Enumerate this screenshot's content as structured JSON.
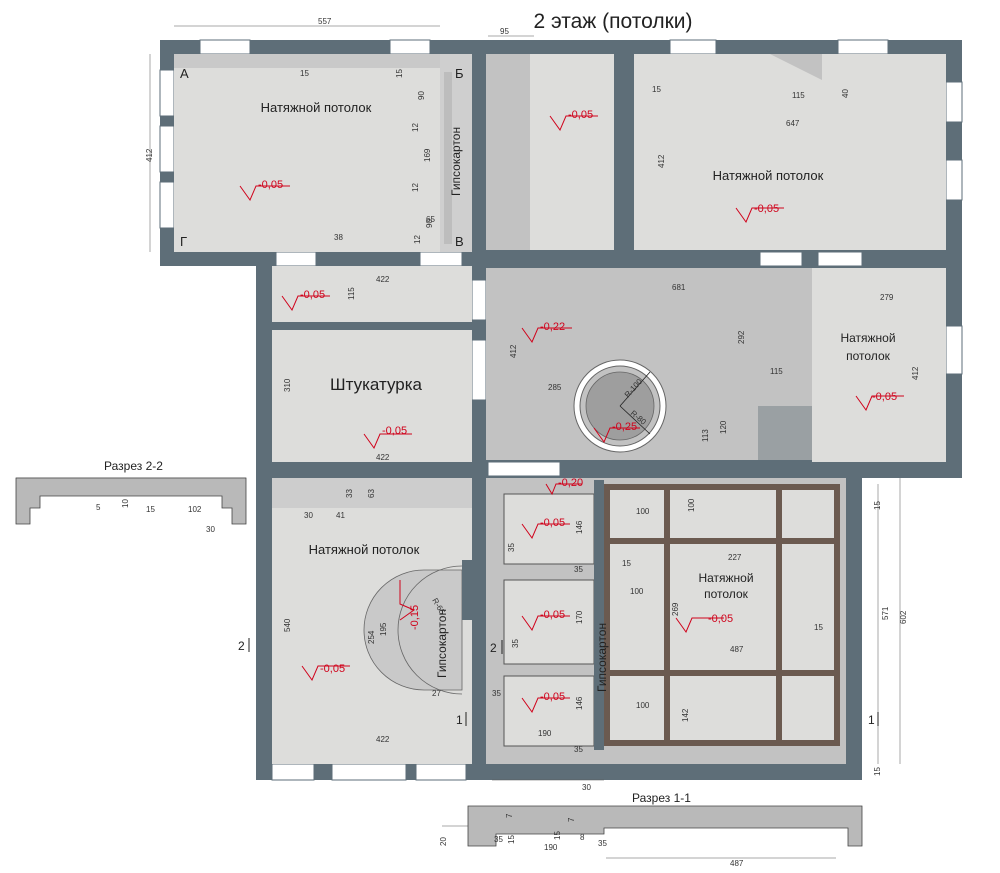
{
  "title": "2 этаж (потолки)",
  "corners": {
    "a": "А",
    "b": "Б",
    "v": "В",
    "g": "Г"
  },
  "rooms": {
    "r1": "Натяжной потолок",
    "r2": "Натяжной потолок",
    "r3_line1": "Натяжной",
    "r3_line2": "потолок",
    "plaster": "Штукатурка",
    "r5": "Натяжной потолок",
    "r6_line1": "Натяжной",
    "r6_line2": "потолок"
  },
  "drywall": "Гипсокартон",
  "levels": {
    "l1": "-0,05",
    "l2": "-0,05",
    "l3": "-0,05",
    "l4": "-0,05",
    "l5": "-0,22",
    "l6": "-0,05",
    "l7": "-0,05",
    "l8": "-0,25",
    "l9": "-0,20",
    "l10": "-0,05",
    "l11": "-0,15",
    "l12": "-0,05",
    "l13": "-0,05",
    "l14": "-0,05",
    "l15": "-0,05"
  },
  "radii": {
    "r100": "R-100",
    "r80": "R-80",
    "r65": "R-65"
  },
  "dimensions": {
    "d557": "557",
    "d95": "95",
    "d412a": "412",
    "d15a": "15",
    "d15b": "15",
    "d90a": "90",
    "d12a": "12",
    "d169": "169",
    "d12b": "12",
    "d65": "65",
    "d90b": "90",
    "d12c": "12",
    "d38": "38",
    "d15c": "15",
    "d115a": "115",
    "d40": "40",
    "d647": "647",
    "d412b": "412",
    "d422a": "422",
    "d115b": "115",
    "d681": "681",
    "d279": "279",
    "d412c": "412",
    "d292": "292",
    "d115c": "115",
    "d285": "285",
    "d310": "310",
    "d422b": "422",
    "d113": "113",
    "d120": "120",
    "d412d": "412",
    "d30a": "30",
    "d41": "41",
    "d33": "33",
    "d63": "63",
    "d100a": "100",
    "d100b": "100",
    "d146a": "146",
    "d35a": "35",
    "d35b": "35",
    "d15d": "15",
    "d227": "227",
    "d100c": "100",
    "d269": "269",
    "d487a": "487",
    "d15e": "15",
    "d571": "571",
    "d602": "602",
    "d15f": "15",
    "d15g": "15",
    "d170": "170",
    "d35c": "35",
    "d35d": "35",
    "d146b": "146",
    "d100d": "100",
    "d142": "142",
    "d190a": "190",
    "d35e": "35",
    "d540": "540",
    "d254": "254",
    "d195": "195",
    "d27": "27",
    "d422c": "422",
    "d30b": "30"
  },
  "sections": {
    "s22_title": "Разрез 2-2",
    "s22_dims": {
      "d5": "5",
      "d10": "10",
      "d15": "15",
      "d102": "102",
      "d30": "30"
    },
    "s11_title": "Разрез 1-1",
    "s11_dims": {
      "d20": "20",
      "d35a": "35",
      "d15a": "15",
      "d7a": "7",
      "d190": "190",
      "d15b": "15",
      "d7b": "7",
      "d8": "8",
      "d35b": "35",
      "d487": "487"
    }
  },
  "markers": {
    "m2_left": "2",
    "m2_mid": "2",
    "m1_mid": "1",
    "m1_right": "1"
  },
  "colors": {
    "wall": "#5e6e78",
    "room": "#dddddb",
    "dark": "#c6c6c6",
    "beam": "#6b5a50",
    "level": "#d0021b"
  }
}
